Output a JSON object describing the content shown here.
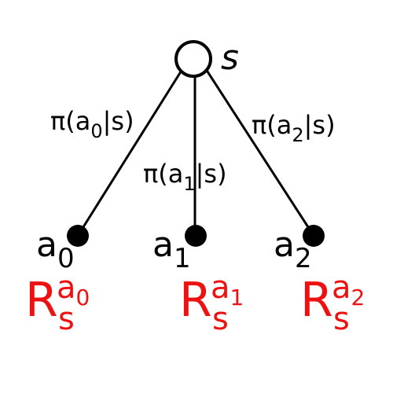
{
  "diagram": {
    "root": {
      "label": "s",
      "fill": "#ffffff",
      "stroke": "#000000"
    },
    "actions": [
      {
        "name": "a",
        "index": "0",
        "policy_prefix": "π(a",
        "policy_index": "0",
        "policy_suffix": "|s)",
        "reward_base": "R",
        "reward_sup_base": "a",
        "reward_sup_index": "0",
        "reward_sub": "s"
      },
      {
        "name": "a",
        "index": "1",
        "policy_prefix": "π(a",
        "policy_index": "1",
        "policy_suffix": "|s)",
        "reward_base": "R",
        "reward_sup_base": "a",
        "reward_sup_index": "1",
        "reward_sub": "s"
      },
      {
        "name": "a",
        "index": "2",
        "policy_prefix": "π(a",
        "policy_index": "2",
        "policy_suffix": "|s)",
        "reward_base": "R",
        "reward_sup_base": "a",
        "reward_sup_index": "2",
        "reward_sub": "s"
      }
    ],
    "colors": {
      "edge": "#000000",
      "action_node": "#000000",
      "reward": "#ee1111"
    }
  }
}
